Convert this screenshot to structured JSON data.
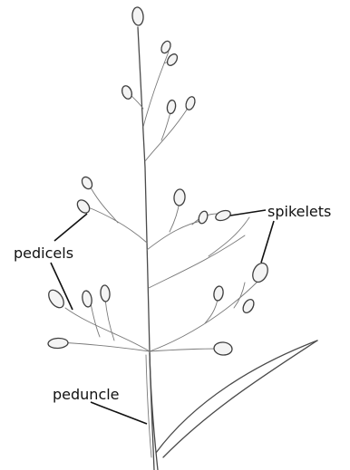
{
  "figure": {
    "labels": {
      "spikelets": "spikelets",
      "pedicels": "pedicels",
      "peduncle": "peduncle"
    },
    "colors": {
      "background": "#ffffff",
      "pencil_stroke": "#4a4a4a",
      "label_text": "#111111"
    }
  }
}
